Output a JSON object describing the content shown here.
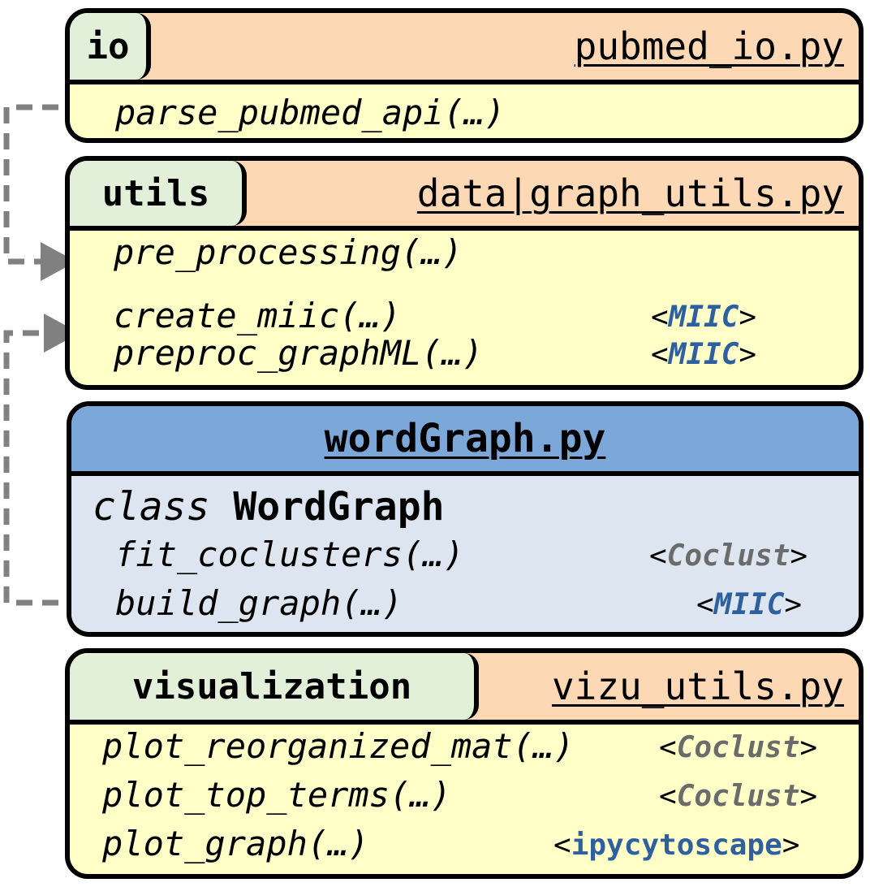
{
  "io": {
    "tag": "io",
    "file": "pubmed_io.py",
    "functions": [
      "parse_pubmed_api(…)"
    ]
  },
  "utils": {
    "tag": "utils",
    "file": "data|graph_utils.py",
    "functions": [
      "pre_processing(…)",
      "create_miic(…)",
      "preproc_graphML(…)"
    ],
    "deps": [
      "MIIC",
      "MIIC"
    ]
  },
  "wordgraph": {
    "file": "wordGraph.py",
    "class_keyword": "class",
    "class_name": "WordGraph",
    "functions": [
      "fit_coclusters(…)",
      "build_graph(…)"
    ],
    "deps": [
      "Coclust",
      "MIIC"
    ]
  },
  "visualization": {
    "tag": "visualization",
    "file": "vizu_utils.py",
    "functions": [
      "plot_reorganized_mat(…)",
      "plot_top_terms(…)",
      "plot_graph(…)"
    ],
    "deps": [
      "Coclust",
      "Coclust",
      "ipycytoscape"
    ]
  },
  "dep_open": "<",
  "dep_close": ">",
  "colors": {
    "header_orange": "#fdd8b5",
    "body_yellow": "#ffffc8",
    "tag_green": "#e2efd9",
    "core_header_blue": "#7ba7d9",
    "core_body": "#dde5f0",
    "miic_blue": "#2e5f9e",
    "coclust_gray": "#6b6b6b",
    "connector_gray": "#808080"
  }
}
